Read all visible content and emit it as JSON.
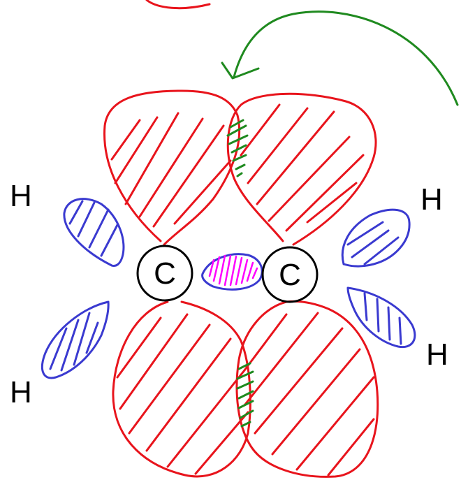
{
  "atoms": {
    "carbon_left": "C",
    "carbon_right": "C",
    "hydrogen_top_left": "H",
    "hydrogen_bottom_left": "H",
    "hydrogen_top_right": "H",
    "hydrogen_bottom_right": "H"
  },
  "colors": {
    "p_orbital": "#e8141c",
    "sp2_orbital": "#3a3ad0",
    "pi_overlap": "#1f8a1f",
    "sigma_overlap": "#ff00ff",
    "arrow": "#1f8a1f",
    "atom": "#000000"
  }
}
